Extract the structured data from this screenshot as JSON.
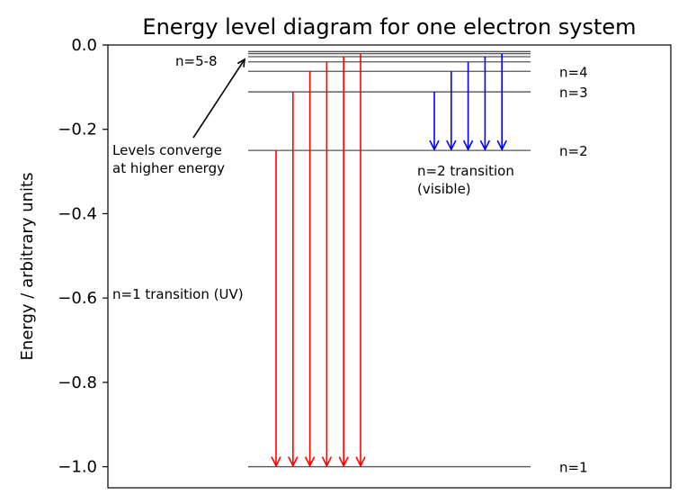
{
  "chart_data": {
    "type": "diagram",
    "title": "Energy level diagram for one electron system",
    "ylabel": "Energy / arbitrary units",
    "xlabel": "",
    "ylim": [
      -1.05,
      0.0
    ],
    "yticks": [
      0.0,
      -0.2,
      -0.4,
      -0.6,
      -0.8,
      -1.0
    ],
    "ytick_labels": [
      "0.0",
      "−0.2",
      "−0.4",
      "−0.6",
      "−0.8",
      "−1.0"
    ],
    "grid": false,
    "level_color": "#555555",
    "levels": [
      {
        "n": 1,
        "energy": -1.0
      },
      {
        "n": 2,
        "energy": -0.25
      },
      {
        "n": 3,
        "energy": -0.1111
      },
      {
        "n": 4,
        "energy": -0.0625
      },
      {
        "n": 5,
        "energy": -0.04
      },
      {
        "n": 6,
        "energy": -0.0278
      },
      {
        "n": 7,
        "energy": -0.0204
      },
      {
        "n": 8,
        "energy": -0.0156
      }
    ],
    "level_labels": [
      {
        "text": "n=1",
        "energy": -1.0
      },
      {
        "text": "n=2",
        "energy": -0.25
      },
      {
        "text": "n=3",
        "energy": -0.1111
      },
      {
        "text": "n=4",
        "energy": -0.0625
      }
    ],
    "series": [
      {
        "name": "n=1 transition (UV)",
        "color": "#ff0000",
        "target_energy": -1.0,
        "from_energies": [
          -0.25,
          -0.1111,
          -0.0625,
          -0.04,
          -0.0278,
          -0.0204
        ]
      },
      {
        "name": "n=2 transition (visible)",
        "color": "#0000ff",
        "target_energy": -0.25,
        "from_energies": [
          -0.1111,
          -0.0625,
          -0.04,
          -0.0278,
          -0.0204
        ]
      }
    ],
    "annotations": {
      "top_levels_label": "n=5-8",
      "converge_line1": "Levels converge",
      "converge_line2": "at higher energy",
      "uv_label": "n=1 transition (UV)",
      "visible_line1": "n=2 transition",
      "visible_line2": "(visible)"
    }
  }
}
